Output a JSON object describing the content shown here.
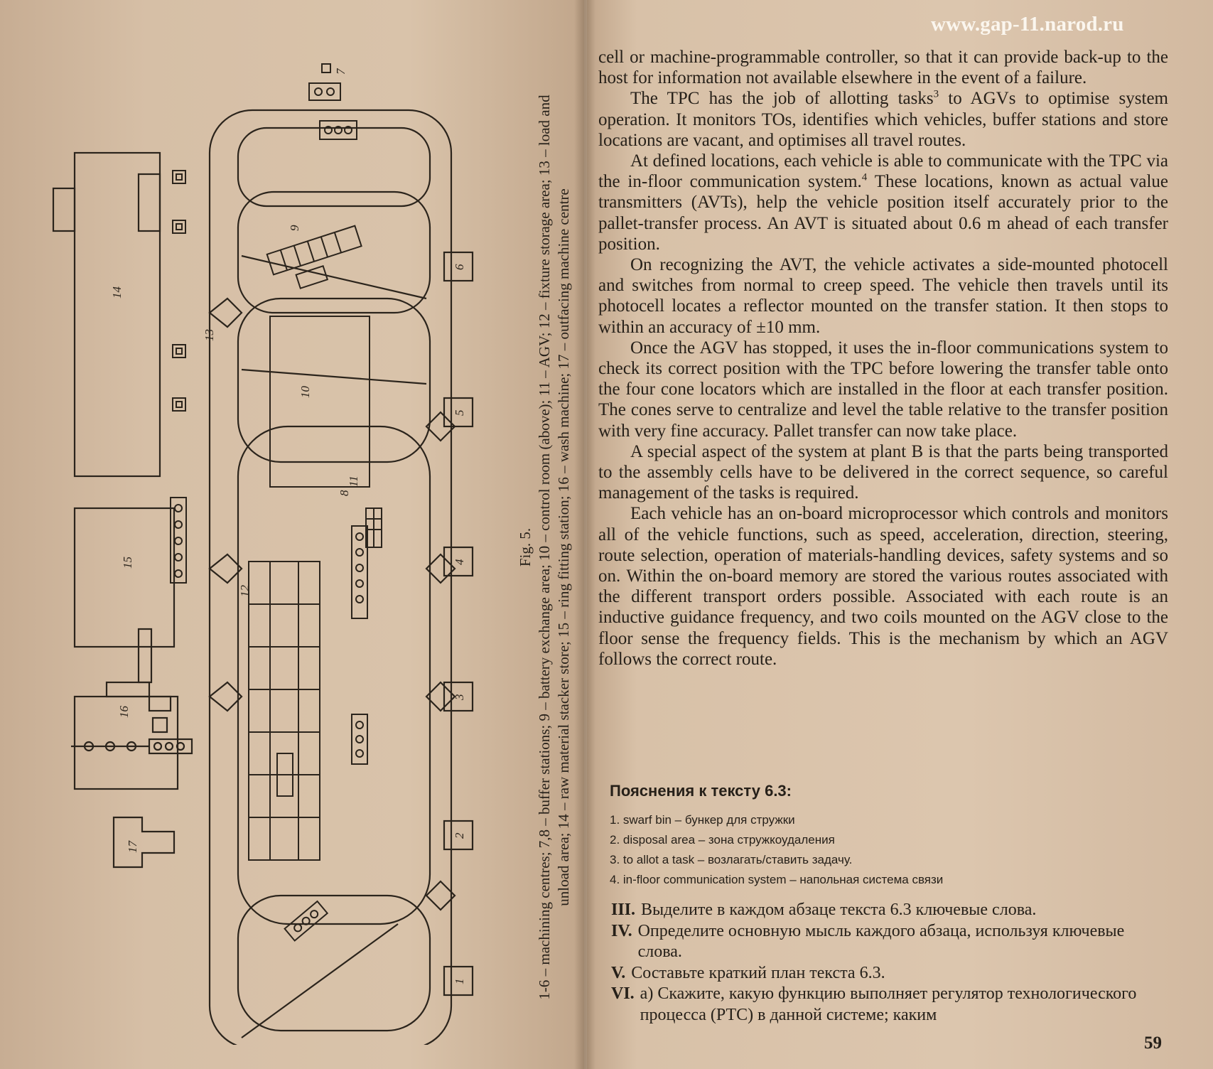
{
  "site_url": "www.gap-11.narod.ru",
  "figure": {
    "label": "Fig. 5.",
    "caption": "1-6 – machining centres; 7,8 – buffer stations; 9 – battery exchange area; 10 – control room (above); 11 – AGV; 12 – fixture storage area; 13 – load and unload area; 14 – raw material stacker store; 15 – ring fitting station; 16 – wash machine; 17 – outfacing machine centre",
    "numbers": [
      "1",
      "2",
      "3",
      "4",
      "5",
      "6",
      "7",
      "8",
      "9",
      "10",
      "11",
      "12",
      "13",
      "14",
      "15",
      "16",
      "17"
    ]
  },
  "paragraphs": [
    "cell or machine-programmable controller, so that it can provide back-up to the host for information not available elsewhere in the event of a failure.",
    "The TPC has the job of allotting tasks",
    "3",
    " to AGVs to optimise system operation. It monitors TOs, identifies which vehicles, buffer stations and store locations are vacant, and optimises all travel routes.",
    "At defined locations, each vehicle is able to communicate with the TPC via the in-floor communication system.",
    "4",
    " These locations, known as actual value transmitters (AVTs), help the vehicle position itself accurately prior to the pallet-transfer process. An AVT is situated about 0.6 m ahead of each transfer position.",
    "On recognizing the AVT, the vehicle activates a side-mounted photocell and switches from normal to creep speed. The vehicle then travels until its photocell locates a reflector mounted on the transfer station. It then stops to within an accuracy of ±10 mm.",
    "Once the AGV has stopped, it uses the in-floor communications system to check its correct position with the TPC before lowering the transfer table onto the four cone locators which are installed in the floor at each transfer position. The cones serve to centralize and level the table relative to the transfer position with very fine accuracy. Pallet transfer can now take place.",
    "A special aspect of the system at plant B is that the parts being transported to the assembly cells have to be delivered in the correct sequence, so careful management of the tasks is required.",
    "Each vehicle has an on-board microprocessor which controls and monitors all of the vehicle functions, such as speed, acceleration, direction, steering, route selection, operation of materials-handling devices, safety systems and so on. Within the on-board memory are stored the various routes associated with the different transport orders possible. Associated with each route is an inductive guidance frequency, and two coils mounted on the AGV close to the floor sense the frequency fields. This is the mechanism by which an AGV follows the correct route."
  ],
  "notes": {
    "title": "Пояснения к тексту 6.3:",
    "items": [
      "1. swarf bin – бункер для стружки",
      "2. disposal area – зона стружкоудаления",
      "3. to allot a task – возлагать/ставить задачу.",
      "4. in-floor communication system – напольная система связи"
    ]
  },
  "exercises": [
    {
      "num": "III.",
      "text": "Выделите в каждом абзаце текста 6.3 ключевые слова."
    },
    {
      "num": "IV.",
      "text": "Определите основную мысль каждого абзаца, используя ключевые слова."
    },
    {
      "num": "V.",
      "text": "Составьте краткий план текста 6.3."
    },
    {
      "num": "VI.",
      "text": "а) Скажите, какую функцию выполняет регулятор технологического процесса (РТС) в данной системе; каким"
    }
  ],
  "page_number": "59"
}
